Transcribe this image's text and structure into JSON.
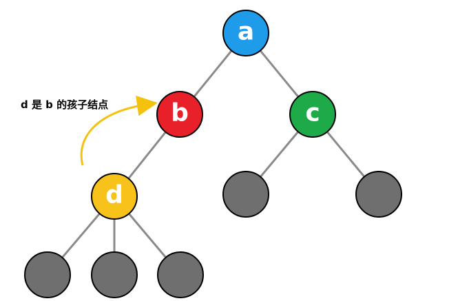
{
  "annotation": "d 是 b 的孩子结点",
  "colors": {
    "a": "#1e9be9",
    "b": "#e8202a",
    "c": "#1faa4a",
    "d": "#f7c31b",
    "leaf": "#6f6f6f",
    "edge": "#8a8a8a",
    "arrow": "#f4c20d"
  },
  "nodes": {
    "a": "a",
    "b": "b",
    "c": "c",
    "d": "d"
  }
}
